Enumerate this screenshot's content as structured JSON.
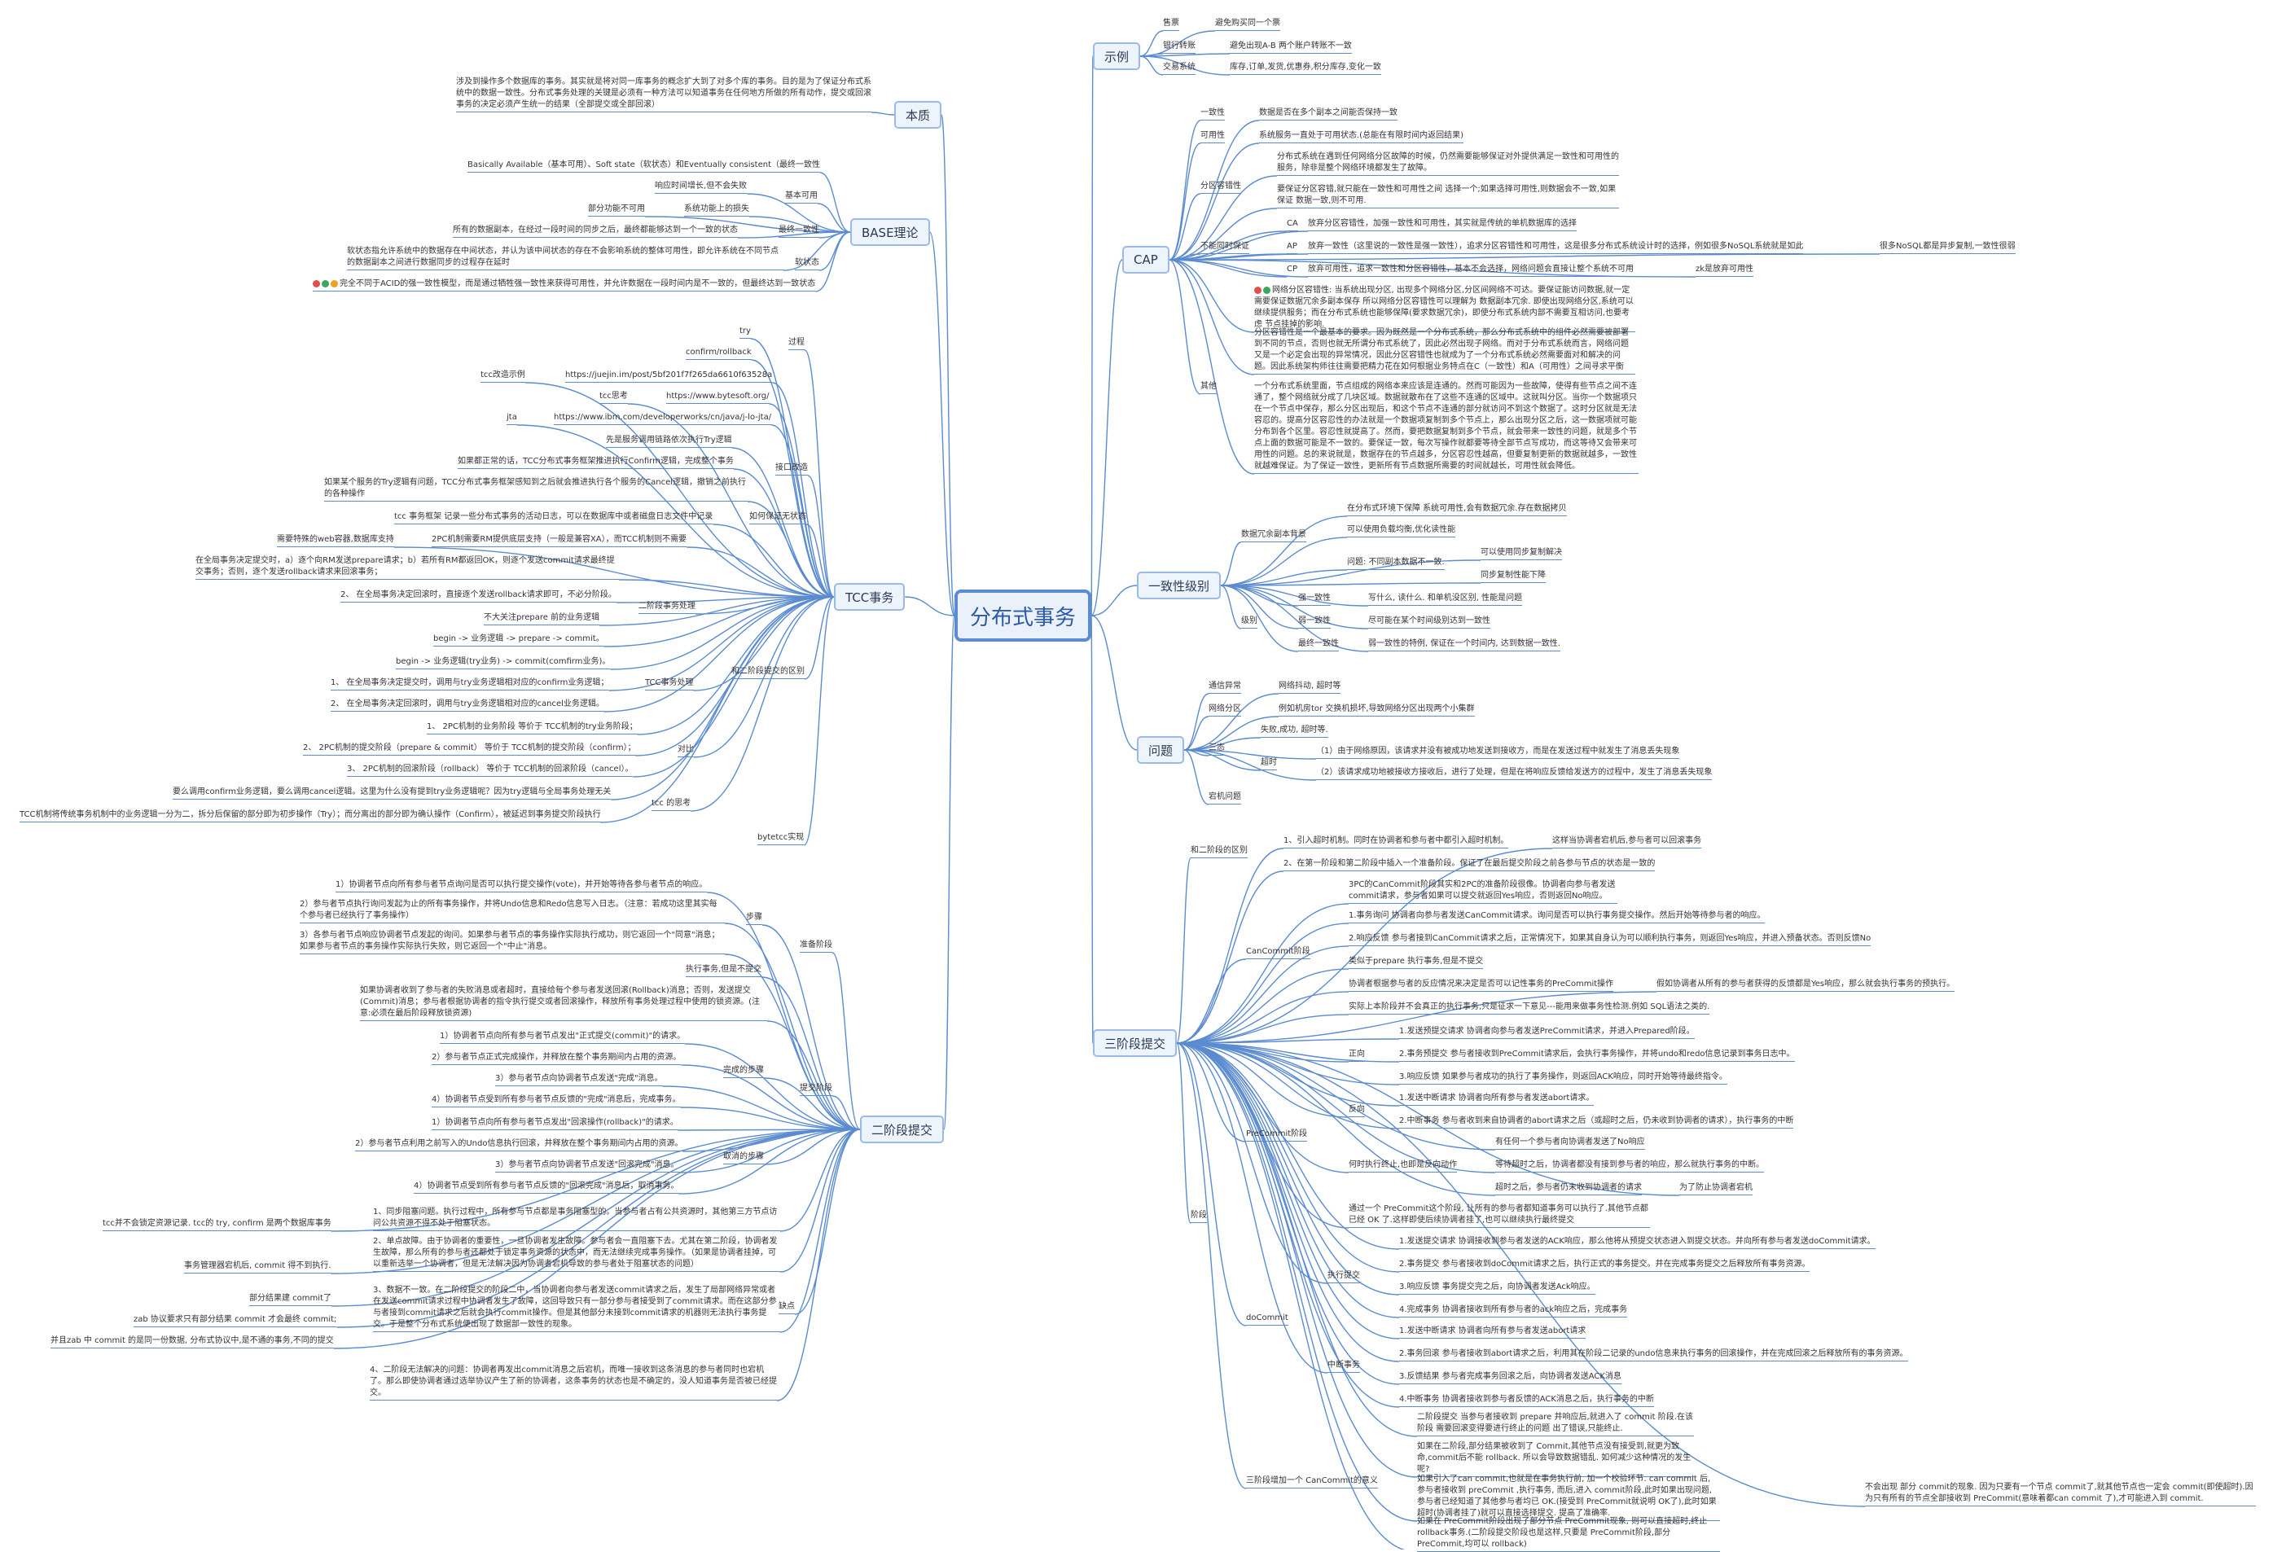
{
  "root": "分布式事务",
  "colors": {
    "line": "#5b8bd0",
    "box_border": "#9bbbe6",
    "box_fill": "#eef4fc",
    "flag_red": "#e05050",
    "flag_green": "#3aa85a",
    "flag_orange": "#f0a020"
  },
  "branches": {
    "example": "示例",
    "essence": "本质",
    "base": "BASE理论",
    "tcc": "TCC事务",
    "twopc": "二阶段提交",
    "cap": "CAP",
    "consistency": "一致性级别",
    "problems": "问题",
    "threepc": "三阶段提交"
  },
  "example": {
    "items": [
      {
        "k": "售票",
        "v": "避免购买同一个票"
      },
      {
        "k": "银行转账",
        "v": "避免出现A-B 两个账户转账不一致"
      },
      {
        "k": "交易系统",
        "v": "库存,订单,发货,优惠券,积分库存,变化一致"
      }
    ]
  },
  "essence": {
    "text": "涉及到操作多个数据库的事务。其实就是将对同一库事务的概念扩大到了对多个库的事务。目的是为了保证分布式系统中的数据一致性。分布式事务处理的关键是必须有一种方法可以知道事务在任何地方所做的所有动作，提交或回滚事务的决定必须产生统一的结果（全部提交或全部回滚）"
  },
  "base": {
    "intro": "Basically Available（基本可用）、Soft state（软状态）和Eventually consistent（最终一致性",
    "basic_available": "基本可用",
    "ba1": "响应时间增长,但不会失败",
    "ba2": "部分功能不可用",
    "ba2b": "系统功能上的损失",
    "eventual": "最终一致性",
    "ev1": "所有的数据副本，在经过一段时间的同步之后，最终都能够达到一个一致的状态",
    "soft": "软状态",
    "soft1": "软状态指允许系统中的数据存在中间状态，并认为该中间状态的存在不会影响系统的整体可用性，即允许系统在不同节点的数据副本之间进行数据同步的过程存在延时",
    "diff": "完全不同于ACID的强一致性模型，而是通过牺牲强一致性来获得可用性，并允许数据在一段时间内是不一致的，但最终达到一致状态"
  },
  "tcc": {
    "process": "过程",
    "try": "try",
    "confirm": "confirm/rollback",
    "ex1_k": "tcc改造示例",
    "ex1_v": "https://juejin.im/post/5bf201f7f265da6610f63528a",
    "ex2_k": "tcc思考",
    "ex2_v": "https://www.bytesoft.org/",
    "ex3_k": "jta",
    "ex3_v": "https://www.ibm.com/developerworks/cn/java/j-lo-jta/",
    "iface": "接口改造",
    "if1": "先是服务调用链路依次执行Try逻辑",
    "if2": "如果都正常的话，TCC分布式事务框架推进执行Confirm逻辑，完成整个事务",
    "if3": "如果某个服务的Try逻辑有问题，TCC分布式事务框架感知到之后就会推进执行各个服务的Cancel逻辑，撤销之前执行的各种操作",
    "aware": "如何保证无状态",
    "aware1": "tcc 事务框架 记录一些分布式事务的活动日志，可以在数据库中或者磁盘日志文件中记录",
    "diff2": "和二阶段提交的区别",
    "d0": "需要特殊的web容器,数据库支持",
    "d0b": "2PC机制需要RM提供底层支持（一般是兼容XA），而TCC机制则不需要",
    "twophase": "二阶段事务处理",
    "tp1": "在全局事务决定提交时，a）逐个向RM发送prepare请求；b）若所有RM都返回OK，则逐个发送commit请求最终提交事务；否则，逐个发送rollback请求来回滚事务；",
    "tp2": "2、 在全局事务决定回滚时，直接逐个发送rollback请求即可，不必分阶段。",
    "tp3": "不大关注prepare 前的业务逻辑",
    "tp4": "begin -> 业务逻辑 -> prepare -> commit。",
    "tccproc": "TCC事务处理",
    "tc1": "begin -> 业务逻辑(try业务) -> commit(comfirm业务)。",
    "tc2": "1、 在全局事务决定提交时，调用与try业务逻辑相对应的confirm业务逻辑；",
    "tc3": "2、 在全局事务决定回滚时，调用与try业务逻辑相对应的cancel业务逻辑。",
    "compare": "对比",
    "c1": "1、 2PC机制的业务阶段 等价于 TCC机制的try业务阶段；",
    "c2": "2、 2PC机制的提交阶段（prepare & commit） 等价于 TCC机制的提交阶段（confirm）；",
    "c3": "3、 2PC机制的回滚阶段（rollback） 等价于 TCC机制的回滚阶段（cancel）。",
    "think": "tcc 的思考",
    "th1": "要么调用confirm业务逻辑，要么调用cancel逻辑。这里为什么没有提到try业务逻辑呢？因为try逻辑与全局事务处理无关",
    "th2": "TCC机制将传统事务机制中的业务逻辑一分为二，拆分后保留的部分即为初步操作（Try）；而分离出的部分即为确认操作（Confirm），被延迟到事务提交阶段执行",
    "bytetcc": "bytetcc实现"
  },
  "twopc": {
    "prepare": "准备阶段",
    "steps": "步骤",
    "p1": "1）协调者节点向所有参与者节点询问是否可以执行提交操作(vote)，并开始等待各参与者节点的响应。",
    "p2": "2）参与者节点执行询问发起为止的所有事务操作，并将Undo信息和Redo信息写入日志。（注意：若成功这里其实每个参与者已经执行了事务操作）",
    "p3": "3）各参与者节点响应协调者节点发起的询问。如果参与者节点的事务操作实际执行成功，则它返回一个\"同意\"消息；如果参与者节点的事务操作实际执行失败，则它返回一个\"中止\"消息。",
    "p4": "执行事务,但是不提交",
    "commit": "提交阶段",
    "cm0": "如果协调者收到了参与者的失败消息或者超时，直接给每个参与者发送回滚(Rollback)消息；否则，发送提交(Commit)消息；参与者根据协调者的指令执行提交或者回滚操作，释放所有事务处理过程中使用的锁资源。(注意:必须在最后阶段释放锁资源)",
    "done": "完成的步骤",
    "d1": "1）协调者节点向所有参与者节点发出\"正式提交(commit)\"的请求。",
    "d2": "2）参与者节点正式完成操作，并释放在整个事务期间内占用的资源。",
    "d3": "3）参与者节点向协调者节点发送\"完成\"消息。",
    "d4": "4）协调者节点受到所有参与者节点反馈的\"完成\"消息后，完成事务。",
    "cancel": "取消的步骤",
    "x1": "1）协调者节点向所有参与者节点发出\"回滚操作(rollback)\"的请求。",
    "x2": "2）参与者节点利用之前写入的Undo信息执行回滚，并释放在整个事务期间内占用的资源。",
    "x3": "3）参与者节点向协调者节点发送\"回滚完成\"消息。",
    "x4": "4）协调者节点受到所有参与者节点反馈的\"回滚完成\"消息后，取消事务。",
    "flaws": "缺点",
    "f0": "tcc并不会锁定资源记录. tcc的 try, confirm 是两个数据库事务",
    "f1": "1、同步阻塞问题。执行过程中，所有参与节点都是事务阻塞型的。当参与者占有公共资源时，其他第三方节点访问公共资源不得不处于阻塞状态。",
    "f2": "2、单点故障。由于协调者的重要性，一旦协调者发生故障。参与者会一直阻塞下去。尤其在第二阶段，协调者发生故障，那么所有的参与者还都处于锁定事务资源的状态中，而无法继续完成事务操作。（如果是协调者挂掉，可以重新选举一个协调者，但是无法解决因为协调者宕机导致的参与者处于阻塞状态的问题）",
    "f2b": "事务管理器宕机后, commit 得不到执行.",
    "f3": "3、数据不一致。在二阶段提交的阶段二中，当协调者向参与者发送commit请求之后，发生了局部网络异常或者在发送commit请求过程中协调者发生了故障，这回导致只有一部分参与者接受到了commit请求。而在这部分参与者接到commit请求之后就会执行commit操作。但是其他部分未接到commit请求的机器则无法执行事务提交。于是整个分布式系统便出现了数据部一致性的现象。",
    "f3a": "部分结果建 commit了",
    "f3b": "zab 协议要求只有部分结果 commit 才会最终 commit;",
    "f3c": "并且zab 中 commit 的是同一份数据, 分布式协议中,是不通的事务,不同的提交",
    "f4": "4、二阶段无法解决的问题：协调者再发出commit消息之后宕机，而唯一接收到这条消息的参与者同时也宕机了。那么即使协调者通过选举协议产生了新的协调者，这条事务的状态也是不确定的，没人知道事务是否被已经提交。"
  },
  "cap": {
    "consistency_k": "一致性",
    "consistency_v": "数据是否在多个副本之间能否保持一致",
    "avail_k": "可用性",
    "avail_v": "系统服务一直处于可用状态.(总能在有限时间内返回结果)",
    "part_k": "分区容错性",
    "part_v1": "分布式系统在遇到任何网络分区故障的时候，仍然需要能够保证对外提供满足一致性和可用性的服务，除非是整个网络环境都发生了故障。",
    "part_v2": "要保证分区容错,就只能在一致性和可用性之间 选择一个;如果选择可用性,则数据会不一致,如果保证 数据一致,则不可用.",
    "impossible": "不能同时保证",
    "ca": "CA",
    "ca_v": "放弃分区容错性，加强一致性和可用性，其实就是传统的单机数据库的选择",
    "ap": "AP",
    "ap_v": "放弃一致性（这里说的一致性是强一致性），追求分区容错性和可用性，这是很多分布式系统设计时的选择，例如很多NoSQL系统就是如此",
    "ap_v2": "很多NoSQL都是异步复制,一致性很弱",
    "cp": "CP",
    "cp_v": "放弃可用性，追求一致性和分区容错性，基本不会选择，网络问题会直接让整个系统不可用",
    "cp_v2": "zk是放弃可用性",
    "other": "其他",
    "o1": "网络分区容错性: 当系统出现分区, 出现多个网络分区,分区间网络不可达。要保证能访问数据,就一定需要保证数据冗余多副本保存 所以网络分区容错性可以理解为 数据副本冗余. 即使出现网络分区,系统可以继续提供服务；而在分布式系统也能够保障(要求数据冗余)，即使分布式系统内部不需要互相访问,也要考虑 节点挂掉的影响.",
    "o2": "分区容错性是一个最基本的要求。因为既然是一个分布式系统，那么分布式系统中的组件必然需要被部署到不同的节点，否则也就无所谓分布式系统了，因此必然出现子网络。而对于分布式系统而言，网络问题又是一个必定会出现的异常情况，因此分区容错性也就成为了一个分布式系统必然需要面对和解决的问题。因此系统架构师往往需要把精力花在如何根据业务特点在C（一致性）和A（可用性）之间寻求平衡",
    "o3": "一个分布式系统里面，节点组成的网络本来应该是连通的。然而可能因为一些故障，使得有些节点之间不连通了，整个网络就分成了几块区域。数据就散布在了这些不连通的区域中。这就叫分区。当你一个数据项只在一个节点中保存，那么分区出现后，和这个节点不连通的部分就访问不到这个数据了。这时分区就是无法容忍的。提高分区容忍性的办法就是一个数据项复制到多个节点上，那么出现分区之后，这一数据项就可能分布到各个区里。容忍性就提高了。然而，要把数据复制到多个节点，就会带来一致性的问题，就是多个节点上面的数据可能是不一致的。要保证一致，每次写操作就都要等待全部节点写成功，而这等待又会带来可用性的问题。总的来说就是，数据存在的节点越多，分区容忍性越高，但要复制更新的数据就越多，一致性就越难保证。为了保证一致性，更新所有节点数据所需要的时间就越长，可用性就会降低。"
  },
  "consistency": {
    "bg": "数据冗余副本背景",
    "bg1": "在分布式环境下保障 系统可用性,会有数据冗余.存在数据拷贝",
    "bg2": "可以使用负载均衡,优化读性能",
    "bg3": "问题: 不同副本数据不一致.",
    "bg3a": "可以使用同步复制解决",
    "bg3b": "同步复制性能下降",
    "level": "级别",
    "strong": "强一致性",
    "strong_v": "写什么, 读什么. 和单机没区别, 性能是问题",
    "weak": "弱一致性",
    "weak_v": "尽可能在某个时间级别达到一致性",
    "final": "最终一致性",
    "final_v": "弱一致性的特例, 保证在一个时间内, 达到数据一致性."
  },
  "problems": {
    "comm": "通信异常",
    "comm_v": "网络抖动, 超时等",
    "net": "网络分区",
    "net_v": "例如机房tor 交换机损坏,导致网络分区出现两个小集群",
    "three": "三态",
    "three1": "失败,成功, 超时等.",
    "timeout": "超时",
    "to1": "（1）由于网络原因，该请求并没有被成功地发送到接收方，而是在发送过程中就发生了消息丢失现象",
    "to2": "（2）该请求成功地被接收方接收后，进行了处理，但是在将响应反馈给发送方的过程中，发生了消息丢失现象",
    "crash": "宕机问题"
  },
  "threepc": {
    "diff": "和二阶段的区别",
    "diff1": "1、引入超时机制。同时在协调者和参与者中都引入超时机制。",
    "diff1b": "这样当协调者宕机后,参与者可以回滚事务",
    "diff2": "2、在第一阶段和第二阶段中插入一个准备阶段。保证了在最后提交阶段之前各参与节点的状态是一致的",
    "stage": "阶段",
    "can": "CanCommit阶段",
    "can0": "3PC的CanCommit阶段其实和2PC的准备阶段很像。协调者向参与者发送commit请求，参与者如果可以提交就返回Yes响应，否则返回No响应。",
    "can1": "1.事务询问 协调者向参与者发送CanCommit请求。询问是否可以执行事务提交操作。然后开始等待参与者的响应。",
    "can2": "2.响应反馈 参与者接到CanCommit请求之后，正常情况下，如果其自身认为可以顺利执行事务，则返回Yes响应，并进入预备状态。否则反馈No",
    "can3": "类似于prepare 执行事务,但是不提交",
    "can4": "协调者根据参与者的反应情况来决定是否可以记性事务的PreCommit操作",
    "can4b": "假如协调者从所有的参与者获得的反馈都是Yes响应，那么就会执行事务的预执行。",
    "can5": "实际上本阶段并不会真正的执行事务,只是征求一下意见---能用来做事务性检测.例如 SQL语法之类的.",
    "pre": "PreCommit阶段",
    "pos": "正向",
    "pos1": "1.发送预提交请求 协调者向参与者发送PreCommit请求，并进入Prepared阶段。",
    "pos2": "2.事务预提交 参与者接收到PreCommit请求后，会执行事务操作，并将undo和redo信息记录到事务日志中。",
    "pos3": "3.响应反馈 如果参与者成功的执行了事务操作，则返回ACK响应，同时开始等待最终指令。",
    "neg": "反向",
    "neg1": "1.发送中断请求 协调者向所有参与者发送abort请求。",
    "neg2": "2.中断事务 参与者收到来自协调者的abort请求之后（或超时之后，仍未收到协调者的请求），执行事务的中断",
    "when": "何时执行终止,也即是反向动作",
    "w1": "有任何一个参与者向协调者发送了No响应",
    "w2": "等待超时之后，协调者都没有接到参与者的响应，那么就执行事务的中断。",
    "w3": "超时之后，参与者仍未收到协调者的请求",
    "w3b": "为了防止协调者宕机",
    "pre_note": "通过一个 PreCommit这个阶段, 让所有的参与者都知道事务可以执行了.其他节点都已经 OK 了.这样即使后续协调者挂了,也可以继续执行最终提交",
    "do": "doCommit",
    "exec": "执行提交",
    "e1": "1.发送提交请求 协调接收到参与者发送的ACK响应，那么他将从预提交状态进入到提交状态。并向所有参与者发送doCommit请求。",
    "e2": "2.事务提交 参与者接收到doCommit请求之后，执行正式的事务提交。并在完成事务提交之后释放所有事务资源。",
    "e3": "3.响应反馈 事务提交完之后，向协调者发送Ack响应。",
    "e4": "4.完成事务 协调者接收到所有参与者的ack响应之后，完成事务",
    "abort": "中断事务",
    "a1": "1.发送中断请求 协调者向所有参与者发送abort请求",
    "a2": "2.事务回滚 参与者接收到abort请求之后，利用其在阶段二记录的undo信息来执行事务的回滚操作，并在完成回滚之后释放所有的事务资源。",
    "a3": "3.反馈结果 参与者完成事务回滚之后，向协调者发送ACK消息",
    "a4": "4.中断事务 协调者接收到参与者反馈的ACK消息之后，执行事务的中断",
    "why": "三阶段增加一个 CanCommit的意义",
    "why1": "二阶段提交 当参与者接收到 prepare 并响应后,就进入了 commit 阶段.在该阶段 需要回滚变得要进行终止的问题 出了错误,只能终止.",
    "why2": "如果在二阶段,部分结果被收到了 Commit,其他节点没有接受到,就更为致命,commit后不能 rollback. 所以会导致数据错乱. 如何减少这种情况的发生呢?",
    "why3": "如果引入了can commit,也就是在事务执行前, 加一个校验环节. can commit 后, 参与者接收到 preCommit ,执行事务, 而后,进入 commit阶段,此时如果出现问题, 参与者已经知道了其他参与者均已 OK.(接受到 PreCommit就说明 OK了),此时如果超时(协调者挂了)就可以直接选择提交. 提高了准确率.",
    "why3b": "不会出现 部分 commit的现象. 因为只要有一个节点 commit了,就其他节点也一定会 commit(即使超时).因为只有所有的节点全部接收到 PreCommit(意味着都can commit 了),才可能进入到 commit.",
    "why4": "如果在 PreCommit阶段出现了部分节点 PreCommit现象, 则可以直接超时,终止 rollback事务.(二阶段提交阶段也是这样,只要是 PreCommit阶段,部分 PreCommit,均可以 rollback)"
  }
}
